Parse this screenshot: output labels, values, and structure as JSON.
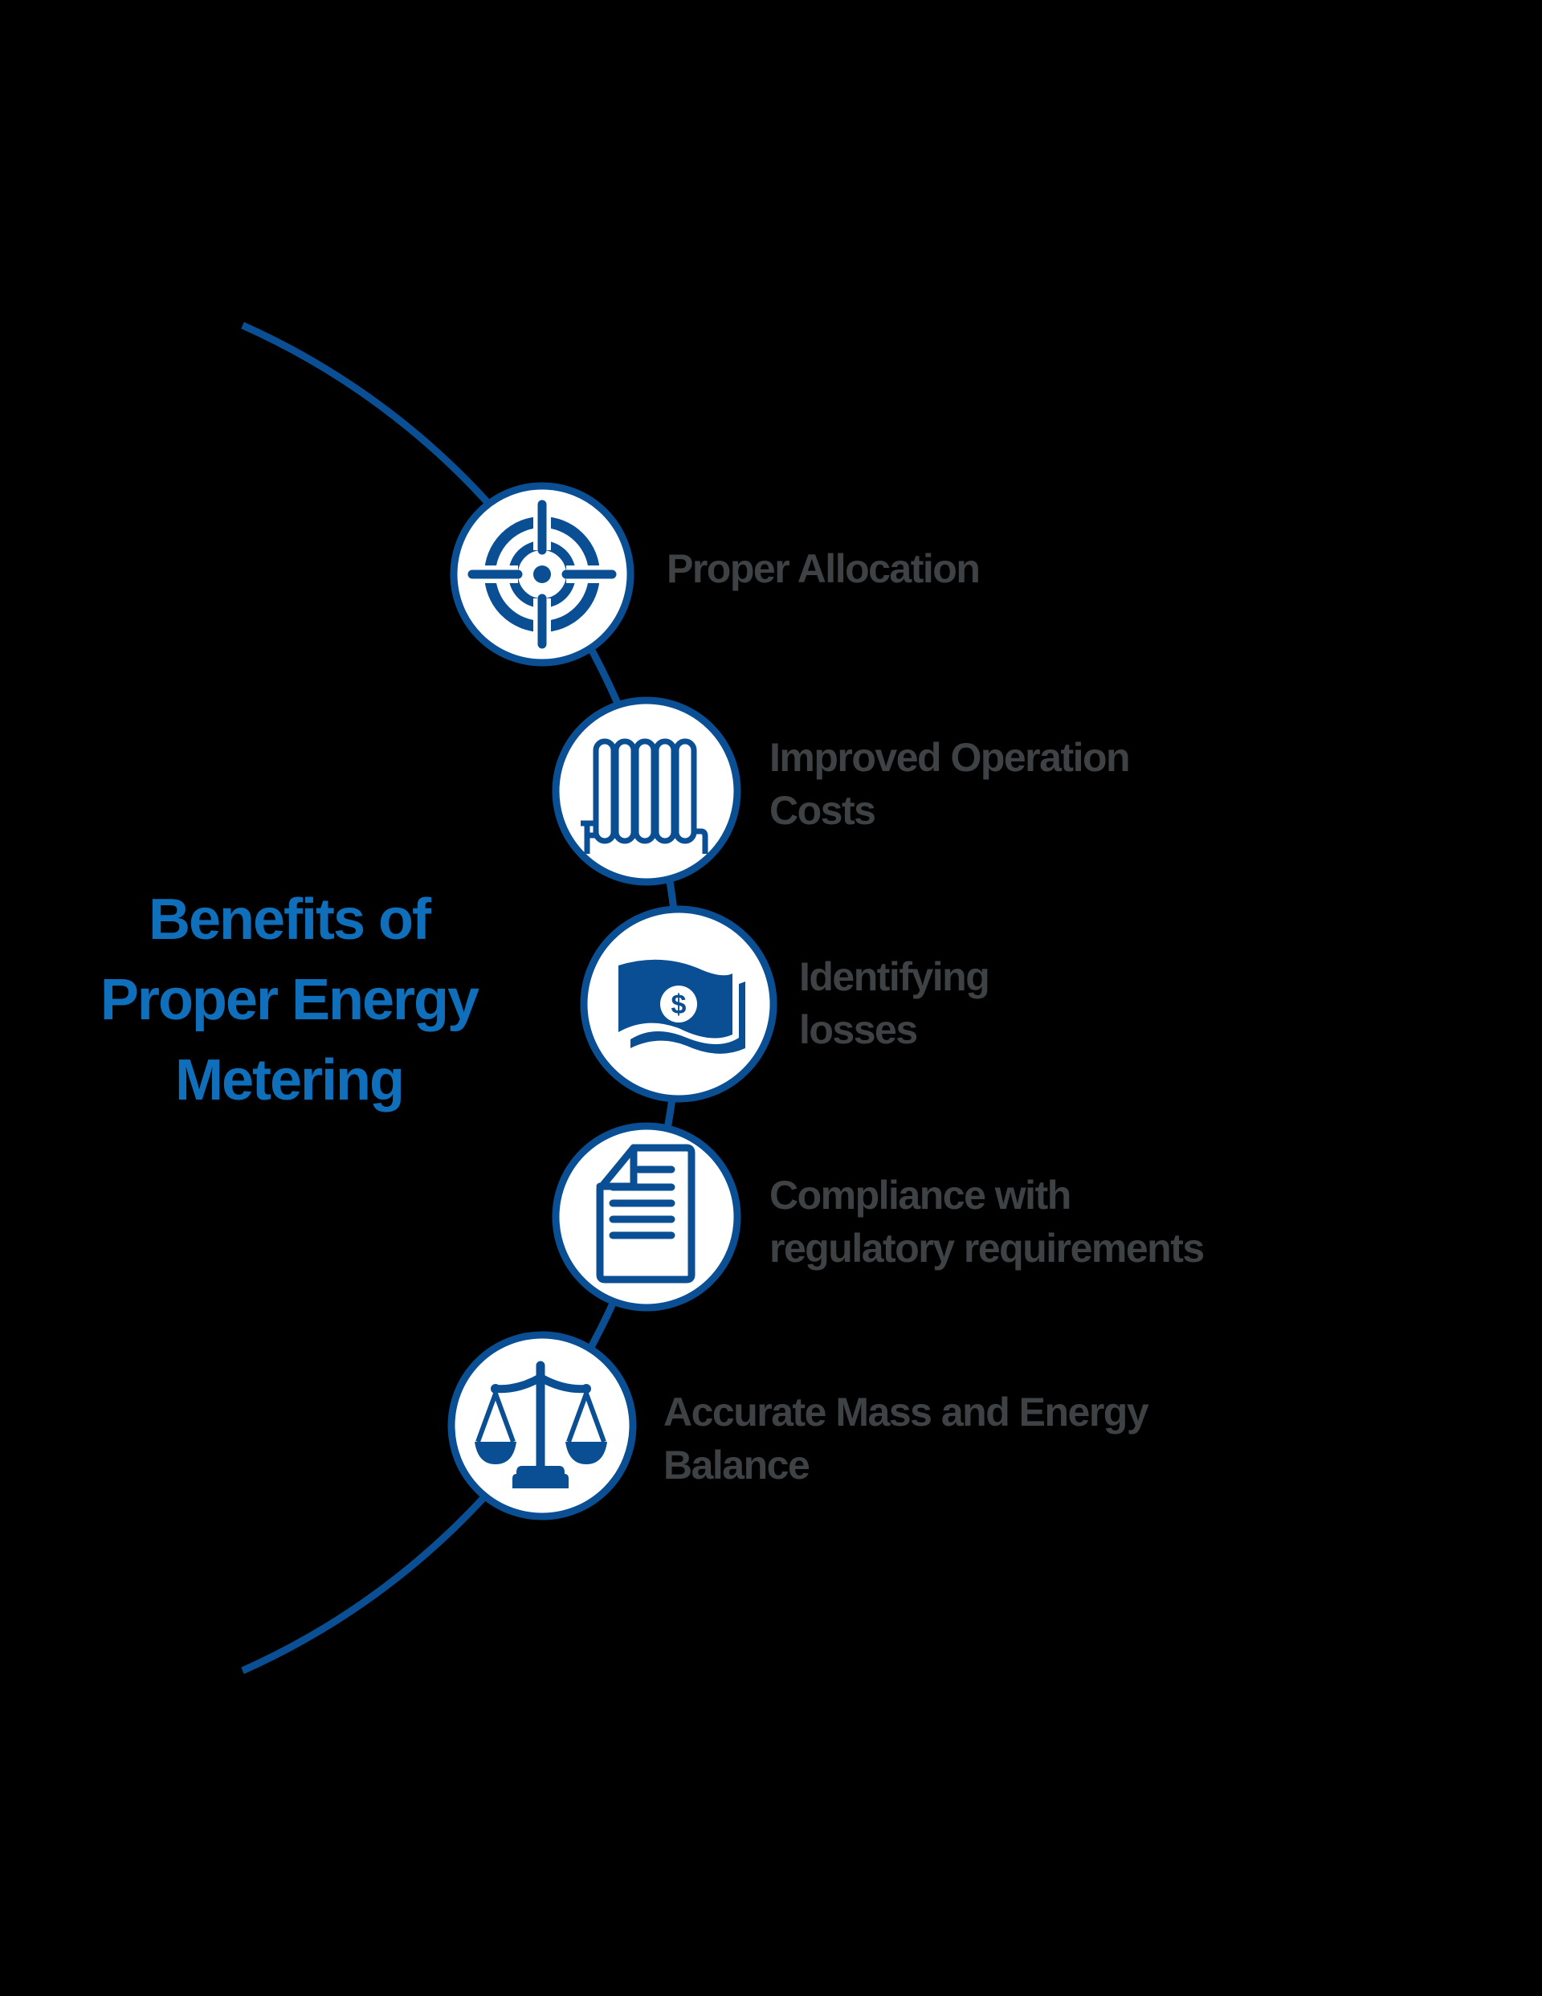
{
  "title": {
    "lines": [
      "Benefits of",
      "Proper Energy",
      "Metering"
    ]
  },
  "colors": {
    "background": "#000000",
    "arc": "#0A4F94",
    "icon": "#0A4F94",
    "title": "#0F6FBA",
    "label": "#3E4244",
    "circle_fill": "#FFFFFF"
  },
  "benefits": [
    {
      "icon": "target-icon",
      "lines": [
        "Proper Allocation"
      ]
    },
    {
      "icon": "radiator-icon",
      "lines": [
        "Improved Operation",
        "Costs"
      ]
    },
    {
      "icon": "money-bill-icon",
      "lines": [
        "Identifying",
        "losses"
      ]
    },
    {
      "icon": "document-icon",
      "lines": [
        "Compliance with",
        "regulatory requirements"
      ]
    },
    {
      "icon": "balance-scale-icon",
      "lines": [
        "Accurate Mass and Energy",
        "Balance"
      ]
    }
  ]
}
